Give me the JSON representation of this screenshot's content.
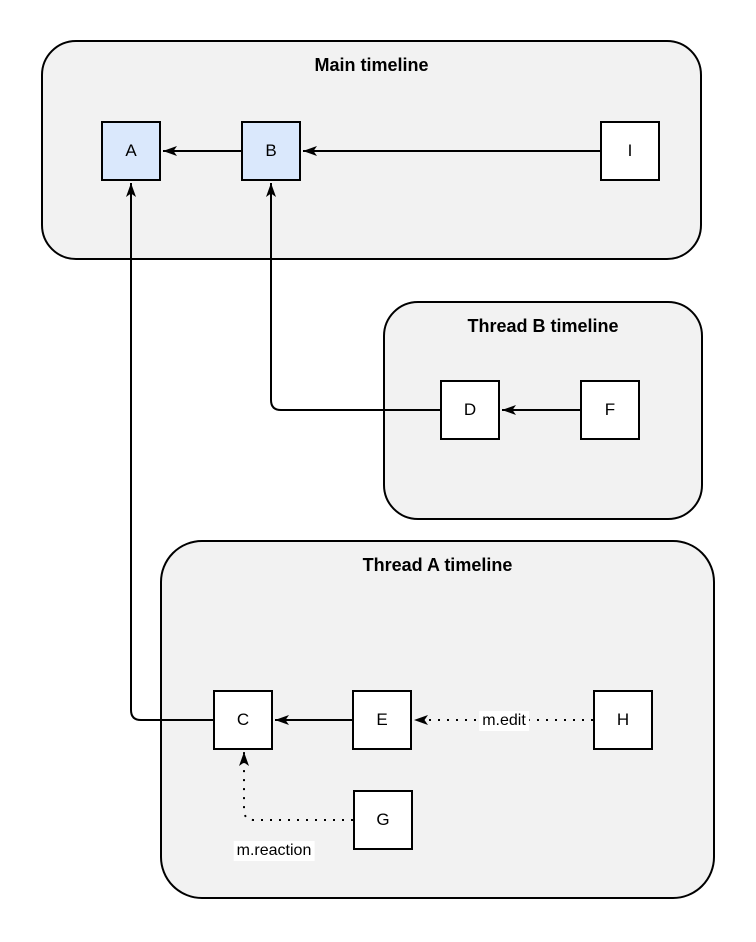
{
  "diagram": {
    "containers": [
      {
        "id": "main",
        "label": "Main timeline"
      },
      {
        "id": "thread-b",
        "label": "Thread B timeline"
      },
      {
        "id": "thread-a",
        "label": "Thread A timeline"
      }
    ],
    "nodes": [
      {
        "id": "A",
        "label": "A",
        "container": "main",
        "variant": "highlight"
      },
      {
        "id": "B",
        "label": "B",
        "container": "main",
        "variant": "highlight"
      },
      {
        "id": "I",
        "label": "I",
        "container": "main",
        "variant": "plain"
      },
      {
        "id": "D",
        "label": "D",
        "container": "thread-b",
        "variant": "plain"
      },
      {
        "id": "F",
        "label": "F",
        "container": "thread-b",
        "variant": "plain"
      },
      {
        "id": "C",
        "label": "C",
        "container": "thread-a",
        "variant": "plain"
      },
      {
        "id": "E",
        "label": "E",
        "container": "thread-a",
        "variant": "plain"
      },
      {
        "id": "H",
        "label": "H",
        "container": "thread-a",
        "variant": "plain"
      },
      {
        "id": "G",
        "label": "G",
        "container": "thread-a",
        "variant": "plain"
      }
    ],
    "edges": [
      {
        "from": "B",
        "to": "A",
        "style": "solid",
        "label": ""
      },
      {
        "from": "I",
        "to": "B",
        "style": "solid",
        "label": ""
      },
      {
        "from": "F",
        "to": "D",
        "style": "solid",
        "label": ""
      },
      {
        "from": "D",
        "to": "B",
        "style": "solid",
        "label": ""
      },
      {
        "from": "E",
        "to": "C",
        "style": "solid",
        "label": ""
      },
      {
        "from": "C",
        "to": "A",
        "style": "solid",
        "label": ""
      },
      {
        "from": "H",
        "to": "E",
        "style": "dotted",
        "label": "m.edit"
      },
      {
        "from": "G",
        "to": "C",
        "style": "dotted",
        "label": "m.reaction"
      }
    ],
    "colors": {
      "container_fill": "#f2f2f2",
      "container_stroke": "#000000",
      "node_fill": "#ffffff",
      "node_highlight_fill": "#dae8fc",
      "node_stroke": "#000000",
      "edge_stroke": "#000000",
      "label_bg": "#ffffff"
    }
  }
}
